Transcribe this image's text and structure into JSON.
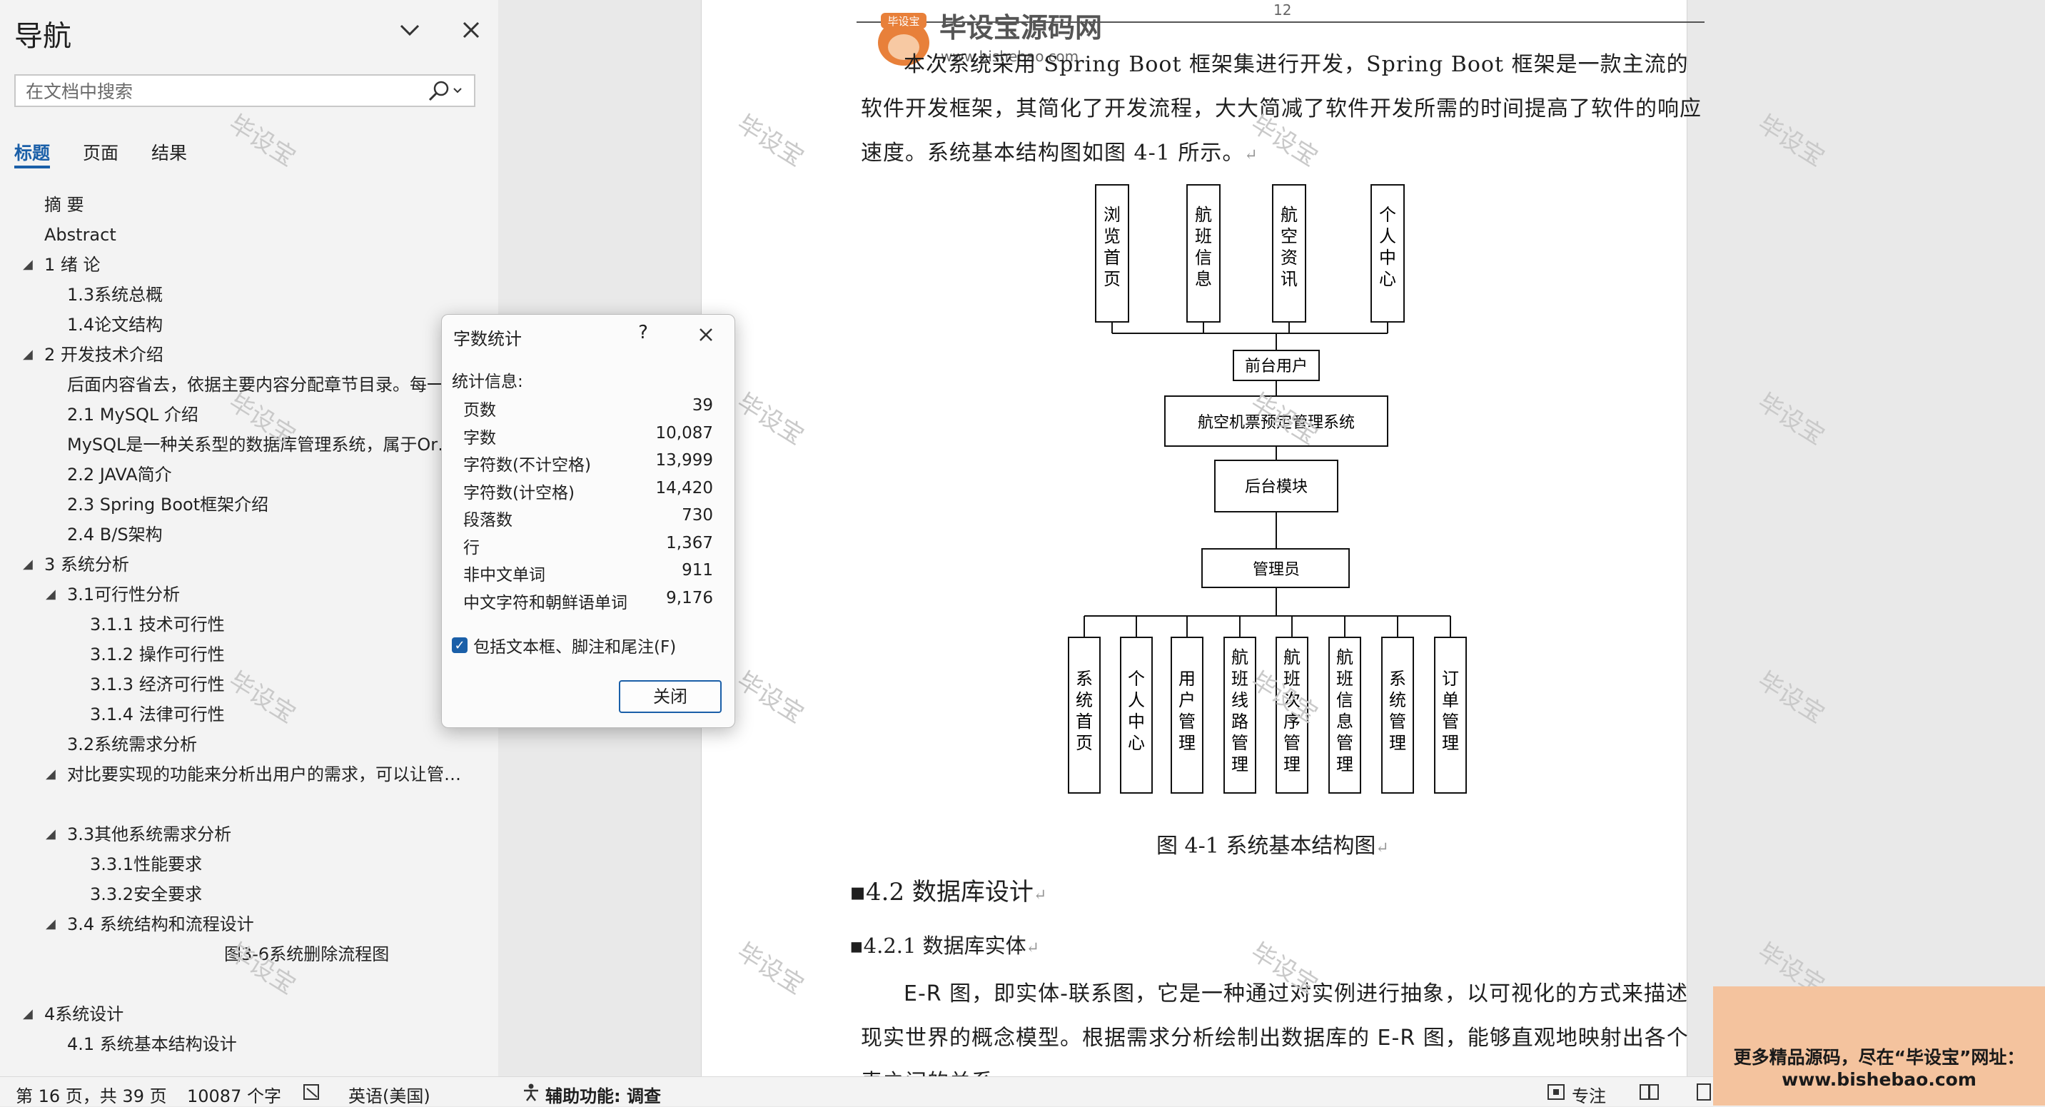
{
  "nav": {
    "title": "导航",
    "search_placeholder": "在文档中搜索",
    "tabs": [
      "标题",
      "页面",
      "结果"
    ],
    "items": [
      {
        "label": "摘 要",
        "toggle": ""
      },
      {
        "label": "Abstract",
        "toggle": ""
      },
      {
        "label": "1 绪 论",
        "toggle": "◢"
      },
      {
        "label": "1.3系统总概",
        "toggle": ""
      },
      {
        "label": "1.4论文结构",
        "toggle": ""
      },
      {
        "label": "2 开发技术介绍",
        "toggle": "◢"
      },
      {
        "label": "后面内容省去，依据主要内容分配章节目录。每一",
        "toggle": ""
      },
      {
        "label": "2.1 MySQL 介绍",
        "toggle": ""
      },
      {
        "label": "MySQL是一种关系型的数据库管理系统，属于Or…",
        "toggle": ""
      },
      {
        "label": "2.2 JAVA简介",
        "toggle": ""
      },
      {
        "label": "2.3 Spring Boot框架介绍",
        "toggle": ""
      },
      {
        "label": "2.4  B/S架构",
        "toggle": ""
      },
      {
        "label": "3 系统分析",
        "toggle": "◢"
      },
      {
        "label": "3.1可行性分析",
        "toggle": "◢"
      },
      {
        "label": "3.1.1 技术可行性",
        "toggle": ""
      },
      {
        "label": "3.1.2 操作可行性",
        "toggle": ""
      },
      {
        "label": "3.1.3 经济可行性",
        "toggle": ""
      },
      {
        "label": "3.1.4 法律可行性",
        "toggle": ""
      },
      {
        "label": "3.2系统需求分析",
        "toggle": ""
      },
      {
        "label": "对比要实现的功能来分析出用户的需求，可以让管…",
        "toggle": "◢"
      },
      {
        "label": "3.3其他系统需求分析",
        "toggle": "◢"
      },
      {
        "label": "3.3.1性能要求",
        "toggle": ""
      },
      {
        "label": "3.3.2安全要求",
        "toggle": ""
      },
      {
        "label": "3.4 系统结构和流程设计",
        "toggle": "◢"
      },
      {
        "label": "图3-6系统删除流程图",
        "toggle": ""
      },
      {
        "label": "4系统设计",
        "toggle": "◢"
      },
      {
        "label": "4.1 系统基本结构设计",
        "toggle": ""
      }
    ]
  },
  "document": {
    "page_number": "12",
    "header_logo_text": "毕设宝源码网",
    "header_logo_badge": "毕设宝",
    "header_logo_url": "www.bishebao.com",
    "watermark": "毕设宝",
    "intro_paragraph": "本次系统采用 Spring Boot 框架集进行开发，Spring Boot 框架是一款主流的软件开发框架，其简化了开发流程，大大简减了软件开发所需的时间提高了软件的响应速度。系统基本结构图如图 4-1 所示。",
    "return_mark": "↵",
    "diagram": {
      "top_boxes": [
        "浏览首页",
        "航班信息",
        "航空资讯",
        "个人中心"
      ],
      "front_user": "前台用户",
      "system": "航空机票预定管理系统",
      "backend": "后台模块",
      "admin": "管理员",
      "bottom_boxes": [
        "系统首页",
        "个人中心",
        "用户管理",
        "航班线路管理",
        "航班次序管理",
        "航班信息管理",
        "系统管理",
        "订单管理"
      ]
    },
    "figure_caption": "图 4-1    系统基本结构图",
    "section_4_2": "4.2  数据库设计",
    "section_4_2_1": "4.2.1  数据库实体",
    "er_paragraph": "E-R 图，即实体-联系图，它是一种通过对实例进行抽象，以可视化的方式来描述现实世界的概念模型。根据需求分析绘制出数据库的 E-R 图，能够直观地映射出各个表之间的关系。"
  },
  "dialog": {
    "title": "字数统计",
    "help": "?",
    "stats_label": "统计信息:",
    "stats": [
      {
        "k": "页数",
        "v": "39"
      },
      {
        "k": "字数",
        "v": "10,087"
      },
      {
        "k": "字符数(不计空格)",
        "v": "13,999"
      },
      {
        "k": "字符数(计空格)",
        "v": "14,420"
      },
      {
        "k": "段落数",
        "v": "730"
      },
      {
        "k": "行",
        "v": "1,367"
      },
      {
        "k": "非中文单词",
        "v": "911"
      },
      {
        "k": "中文字符和朝鲜语单词",
        "v": "9,176"
      }
    ],
    "checkbox_label": "包括文本框、脚注和尾注(F)",
    "close_button": "关闭"
  },
  "status": {
    "page": "第 16 页，共 39 页",
    "words": "10087 个字",
    "language": "英语(美国)",
    "accessibility": "辅助功能: 调查",
    "focus": "专注"
  },
  "promo": {
    "line1": "更多精品源码，尽在“毕设宝”网址：",
    "line2": "www.bishebao.com"
  },
  "colors": {
    "accent": "#1a5fa8",
    "promo_bg": "#f4c39e",
    "logo_orange": "#e8803a"
  }
}
